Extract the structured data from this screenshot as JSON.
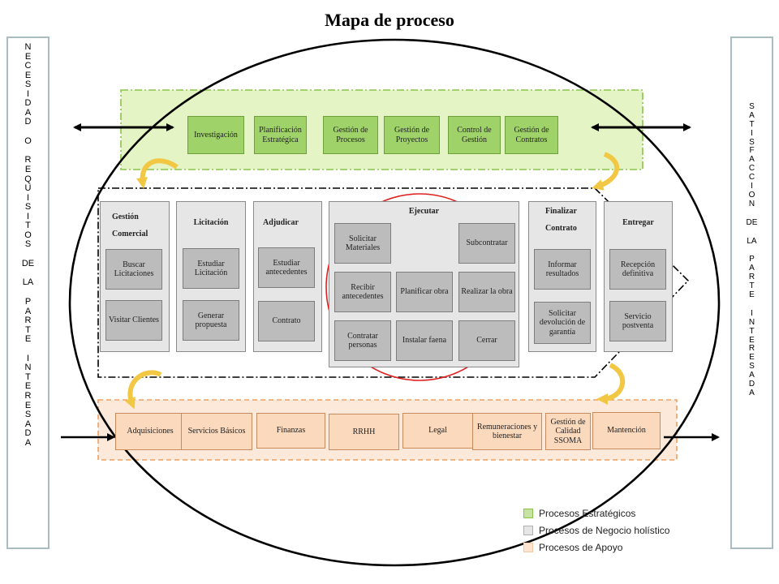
{
  "title": "Mapa de proceso",
  "left_sidebar": {
    "letters": [
      "N",
      "E",
      "C",
      "E",
      "S",
      "I",
      "D",
      "A",
      "D",
      "",
      "O",
      "",
      "R",
      "E",
      "Q",
      "U",
      "I",
      "S",
      "I",
      "T",
      "O",
      "S",
      "",
      "DE",
      "",
      "LA",
      "",
      "P",
      "A",
      "R",
      "T",
      "E",
      "",
      "I",
      "N",
      "T",
      "E",
      "R",
      "E",
      "S",
      "A",
      "D",
      "A"
    ]
  },
  "right_sidebar": {
    "letters": [
      "S",
      "A",
      "T",
      "I",
      "S",
      "F",
      "A",
      "C",
      "C",
      "I",
      "O",
      "N",
      "",
      "DE",
      "",
      "LA",
      "",
      "P",
      "A",
      "R",
      "T",
      "E",
      "",
      "I",
      "N",
      "T",
      "E",
      "R",
      "E",
      "S",
      "A",
      "D",
      "A"
    ]
  },
  "strategic": {
    "color": "#e4f4c4",
    "items": [
      "Investigación",
      "Planificación Estratégica",
      "Gestión de Procesos",
      "Gestión de Proyectos",
      "Control de Gestión",
      "Gestión de Contratos"
    ]
  },
  "business": {
    "gestion_comercial": {
      "title_1": "Gestión",
      "title_2": "Comercial",
      "items": [
        "Buscar Licitaciones",
        "Visitar Clientes"
      ]
    },
    "licitacion": {
      "title": "Licitación",
      "items": [
        "Estudiar Licitación",
        "Generar propuesta"
      ]
    },
    "adjudicar": {
      "title": "Adjudicar",
      "items": [
        "Estudiar antecedentes",
        "Contrato"
      ]
    },
    "ejecutar": {
      "title": "Ejecutar",
      "items": [
        "Solicitar Materiales",
        "Subcontratar",
        "Recibir antecedentes",
        "Planificar obra",
        "Realizar la obra",
        "Contratar personas",
        "Instalar faena",
        "Cerrar"
      ]
    },
    "finalizar": {
      "title_1": "Finalizar",
      "title_2": "Contrato",
      "items": [
        "Informar resultados",
        "Solicitar devolución de garantía"
      ]
    },
    "entregar": {
      "title": "Entregar",
      "items": [
        "Recepción definitiva",
        "Servicio postventa"
      ]
    }
  },
  "support": {
    "color": "#fde9d9",
    "items": [
      "Adquisiciones",
      "Servicios Básicos",
      "Finanzas",
      "RRHH",
      "Legal",
      "Remuneraciones y bienestar",
      "Gestión de Calidad SSOMA",
      "Mantención"
    ]
  },
  "legend": [
    {
      "label": "Procesos Estratégicos",
      "color": "#c6e4a1"
    },
    {
      "label": "Procesos de Negocio holístico",
      "color": "#e6e6e6"
    },
    {
      "label": "Procesos de Apoyo",
      "color": "#fde4cf"
    }
  ]
}
